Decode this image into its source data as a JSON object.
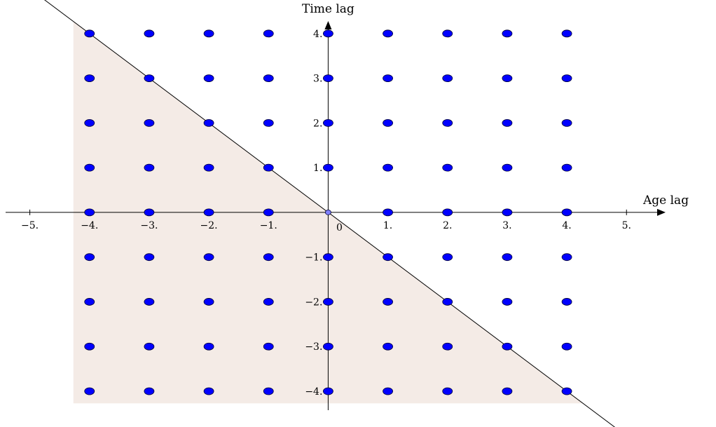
{
  "colors": {
    "point_fill": "#0000ff",
    "point_stroke": "#000033",
    "origin_fill": "#8080ff",
    "region_fill": "#f4ebe6",
    "axis": "#000000",
    "line": "#000000"
  },
  "chart_data": {
    "type": "scatter",
    "xlabel": "Age lag",
    "ylabel": "Time lag",
    "origin_label": "0",
    "xlim": [
      -5.5,
      6.5
    ],
    "ylim": [
      -4.8,
      4.75
    ],
    "x_ticks": [
      -5,
      -4,
      -3,
      -2,
      -1,
      1,
      2,
      3,
      4,
      5
    ],
    "x_tick_labels": [
      "−5.",
      "−4.",
      "−3.",
      "−2.",
      "−1.",
      "1.",
      "2.",
      "3.",
      "4.",
      "5."
    ],
    "y_ticks": [
      4,
      3,
      2,
      1,
      -1,
      -2,
      -3,
      -4
    ],
    "y_tick_labels": [
      "4.",
      "3.",
      "2.",
      "1.",
      "−1.",
      "−2.",
      "−3.",
      "−4."
    ],
    "grid_points": {
      "x_range": [
        -4,
        4
      ],
      "y_range": [
        -4,
        4
      ],
      "step": 1
    },
    "origin_point": [
      0,
      0
    ],
    "line": {
      "slope": -1,
      "intercept": 0
    },
    "shaded_region": {
      "x_min": -4.27,
      "y_min": -4.27,
      "bounded_by": "line y = -x"
    }
  }
}
